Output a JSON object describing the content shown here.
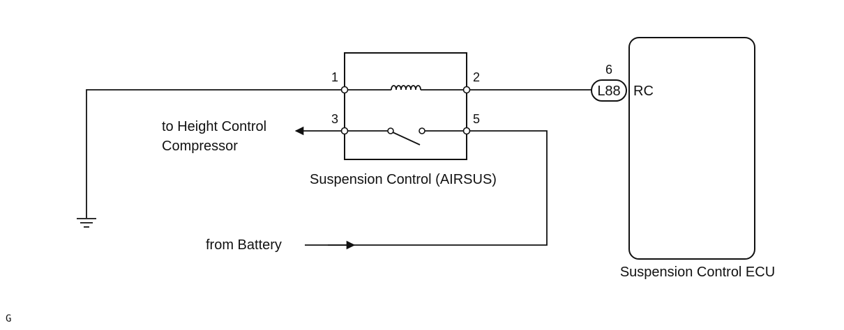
{
  "relay": {
    "label": "Suspension Control (AIRSUS)",
    "pins": {
      "p1": "1",
      "p2": "2",
      "p3": "3",
      "p5": "5"
    }
  },
  "ecu": {
    "label": "Suspension Control ECU",
    "terminal": "RC",
    "connector": "L88",
    "connector_pin": "6"
  },
  "labels": {
    "to_compressor_line1": "to Height Control",
    "to_compressor_line2": "Compressor",
    "from_battery": "from Battery"
  },
  "figure_code": "G"
}
